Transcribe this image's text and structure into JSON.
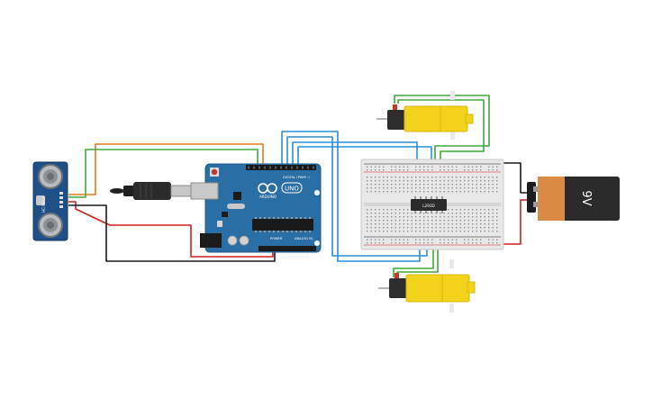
{
  "colors": {
    "background": "#ffffff",
    "arduino_board": "#2a6ea6",
    "sensor_board": "#1f4f87",
    "motor_yellow": "#f2d21b",
    "breadboard": "#e8e8e8",
    "wire_green": "#3ea83a",
    "wire_orange": "#e07a1c",
    "wire_blue": "#2a8fd6",
    "wire_red": "#d11f1f",
    "wire_black": "#1a1a1a",
    "battery_body": "#2b2b2b",
    "battery_label": "#d98b46"
  },
  "sensor": {
    "label": "HC-SR04"
  },
  "arduino": {
    "brand": "ARDUINO",
    "model": "UNO",
    "digital_header": "DIGITAL (PWM~)",
    "power_header": "POWER",
    "analog_header": "ANALOG IN"
  },
  "driver_chip": {
    "label": "L293D"
  },
  "battery": {
    "label": "9V"
  },
  "icons": [
    "usb-cable-icon",
    "reset-button-icon",
    "infinity-logo-icon"
  ]
}
